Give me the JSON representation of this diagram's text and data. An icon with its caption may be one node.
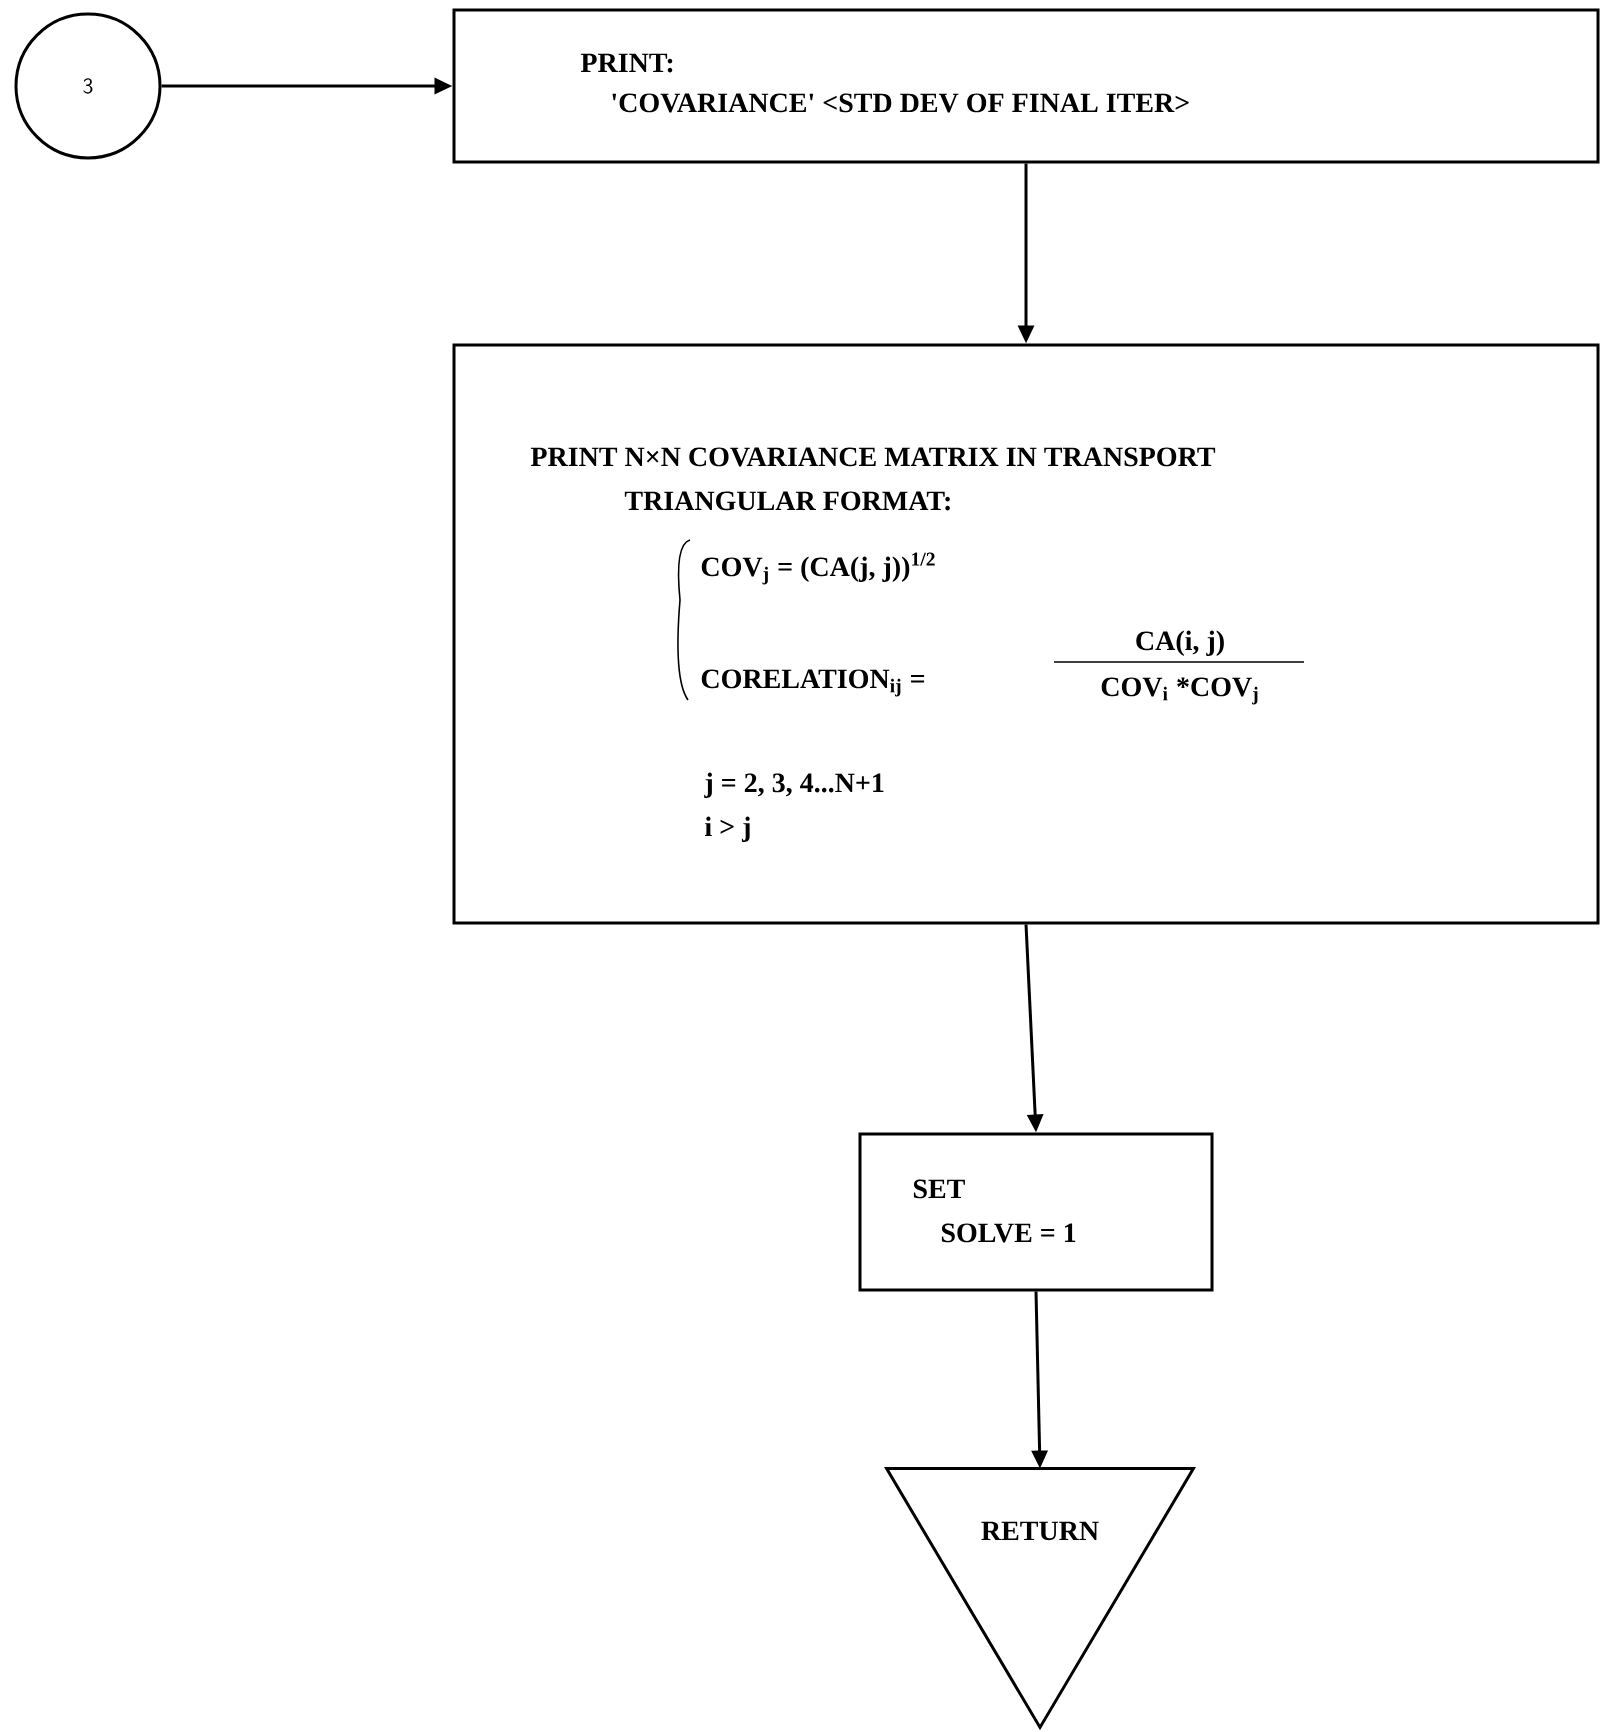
{
  "diagram": {
    "nodes": [
      {
        "text": [
          "3"
        ]
      },
      {
        "text": [
          "PRINT:",
          "'COVARIANCE' <STD DEV OF FINAL ITER>"
        ]
      },
      {
        "text": [
          "PRINT N×N COVARIANCE MATRIX IN TRANSPORT",
          "TRIANGULAR FORMAT:",
          "COV$_{j}$ = (CA(j, j))$^{1/2}$",
          "CORELATION$_{ij}$ =",
          "CA(i, j)",
          "COV$_{i}$ *COV$_{j}$",
          "j = 2, 3, 4...N+1",
          "i > j"
        ]
      },
      {
        "text": [
          "SET",
          "SOLVE = 1"
        ]
      },
      {
        "text": [
          "RETURN"
        ]
      }
    ],
    "edges": [
      {
        "from": 0,
        "to": 1,
        "arrow": "to"
      },
      {
        "from": 1,
        "to": 2,
        "arrow": "to"
      },
      {
        "from": 2,
        "to": 3,
        "arrow": "to"
      },
      {
        "from": 3,
        "to": 4,
        "arrow": "to"
      }
    ]
  }
}
